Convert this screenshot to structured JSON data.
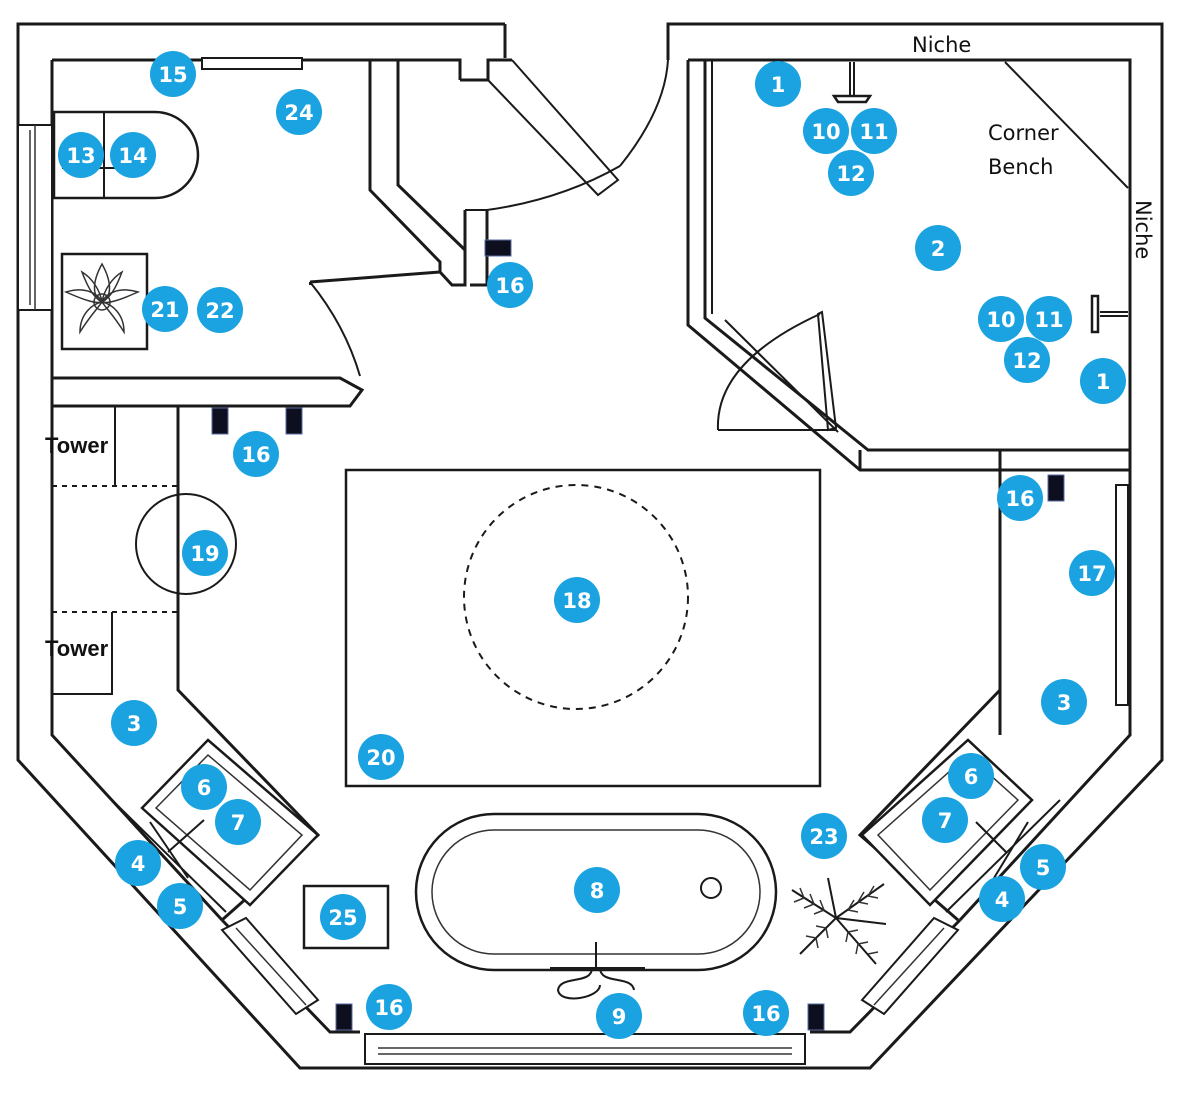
{
  "labels": {
    "niche_top": "Niche",
    "niche_right": "Niche",
    "corner_bench_line1": "Corner",
    "corner_bench_line2": "Bench",
    "tower_upper": "Tower",
    "tower_lower": "Tower"
  },
  "colors": {
    "badge": "#1aa3e0",
    "badge_text": "#ffffff",
    "wall": "#1a1a1a",
    "light_fixture": "#0d0f1f"
  },
  "markers": [
    {
      "id": "m1a",
      "label": "1"
    },
    {
      "id": "m1b",
      "label": "1"
    },
    {
      "id": "m2",
      "label": "2"
    },
    {
      "id": "m3a",
      "label": "3"
    },
    {
      "id": "m3b",
      "label": "3"
    },
    {
      "id": "m4a",
      "label": "4"
    },
    {
      "id": "m4b",
      "label": "4"
    },
    {
      "id": "m5a",
      "label": "5"
    },
    {
      "id": "m5b",
      "label": "5"
    },
    {
      "id": "m6a",
      "label": "6"
    },
    {
      "id": "m6b",
      "label": "6"
    },
    {
      "id": "m7a",
      "label": "7"
    },
    {
      "id": "m7b",
      "label": "7"
    },
    {
      "id": "m8",
      "label": "8"
    },
    {
      "id": "m9",
      "label": "9"
    },
    {
      "id": "m10a",
      "label": "10"
    },
    {
      "id": "m10b",
      "label": "10"
    },
    {
      "id": "m11a",
      "label": "11"
    },
    {
      "id": "m11b",
      "label": "11"
    },
    {
      "id": "m12a",
      "label": "12"
    },
    {
      "id": "m12b",
      "label": "12"
    },
    {
      "id": "m13",
      "label": "13"
    },
    {
      "id": "m14",
      "label": "14"
    },
    {
      "id": "m15",
      "label": "15"
    },
    {
      "id": "m16a",
      "label": "16"
    },
    {
      "id": "m16b",
      "label": "16"
    },
    {
      "id": "m16c",
      "label": "16"
    },
    {
      "id": "m16d",
      "label": "16"
    },
    {
      "id": "m16e",
      "label": "16"
    },
    {
      "id": "m17",
      "label": "17"
    },
    {
      "id": "m18",
      "label": "18"
    },
    {
      "id": "m19",
      "label": "19"
    },
    {
      "id": "m20",
      "label": "20"
    },
    {
      "id": "m21",
      "label": "21"
    },
    {
      "id": "m22",
      "label": "22"
    },
    {
      "id": "m23",
      "label": "23"
    },
    {
      "id": "m24",
      "label": "24"
    },
    {
      "id": "m25",
      "label": "25"
    }
  ]
}
